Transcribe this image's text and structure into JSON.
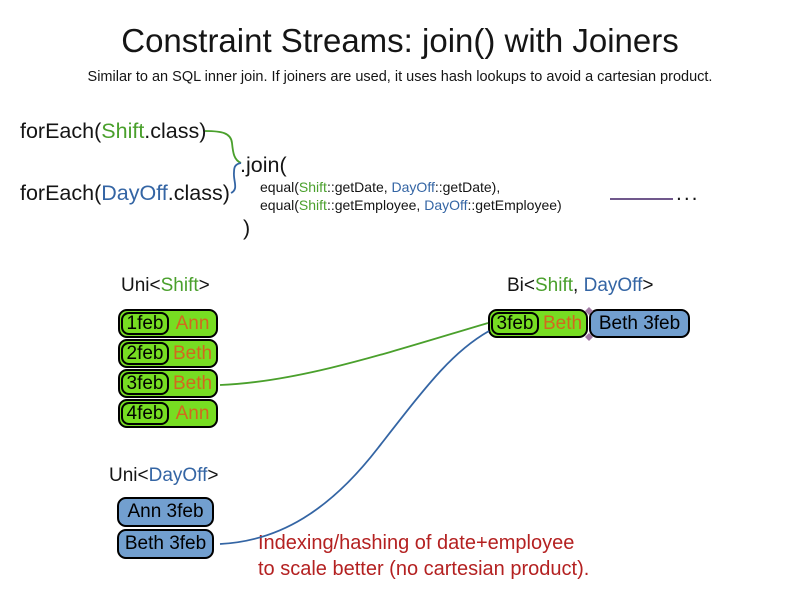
{
  "colors": {
    "green_fill": "#77DD22",
    "blue_fill": "#729FCF",
    "green_text": "#4AA02C",
    "blue_text": "#3465A4",
    "orange_text": "#D2691E",
    "red_text": "#B42121",
    "purple_line": "#70588C"
  },
  "header": {
    "title": "Constraint Streams: join() with Joiners",
    "subtitle": "Similar to an SQL inner join. If joiners are used, it uses hash lookups to avoid a cartesian product."
  },
  "code": {
    "foreach_shift": {
      "pre": "forEach(",
      "type": "Shift",
      "post": ".class)"
    },
    "foreach_dayoff": {
      "pre": "forEach(",
      "type": "DayOff",
      "post": ".class)"
    },
    "join_open": ".join(",
    "joiner_lines": [
      {
        "pre": "equal(",
        "left_type": "Shift",
        "mid": "::getDate, ",
        "right_type": "DayOff",
        "post": "::getDate),"
      },
      {
        "pre": "equal(",
        "left_type": "Shift",
        "mid": "::getEmployee, ",
        "right_type": "DayOff",
        "post": "::getEmployee)"
      }
    ],
    "join_close": ")",
    "ellipsis": "..."
  },
  "uni_shift": {
    "label": {
      "pre": "Uni<",
      "type": "Shift",
      "post": ">"
    },
    "rows": [
      {
        "date": "1feb",
        "employee": "Ann"
      },
      {
        "date": "2feb",
        "employee": "Beth"
      },
      {
        "date": "3feb",
        "employee": "Beth"
      },
      {
        "date": "4feb",
        "employee": "Ann"
      }
    ]
  },
  "uni_dayoff": {
    "label": {
      "pre": "Uni<",
      "type": "DayOff",
      "post": ">"
    },
    "rows": [
      {
        "text": "Ann 3feb"
      },
      {
        "text": "Beth 3feb"
      }
    ]
  },
  "bi": {
    "label": {
      "pre": "Bi<",
      "shift_type": "Shift",
      "sep": ", ",
      "dayoff_type": "DayOff",
      "post": ">"
    },
    "shift_card": {
      "date": "3feb",
      "employee": "Beth"
    },
    "dayoff_card": {
      "text": "Beth 3feb"
    }
  },
  "note": {
    "line1": "Indexing/hashing of date+employee",
    "line2": "to scale better (no cartesian product)."
  }
}
